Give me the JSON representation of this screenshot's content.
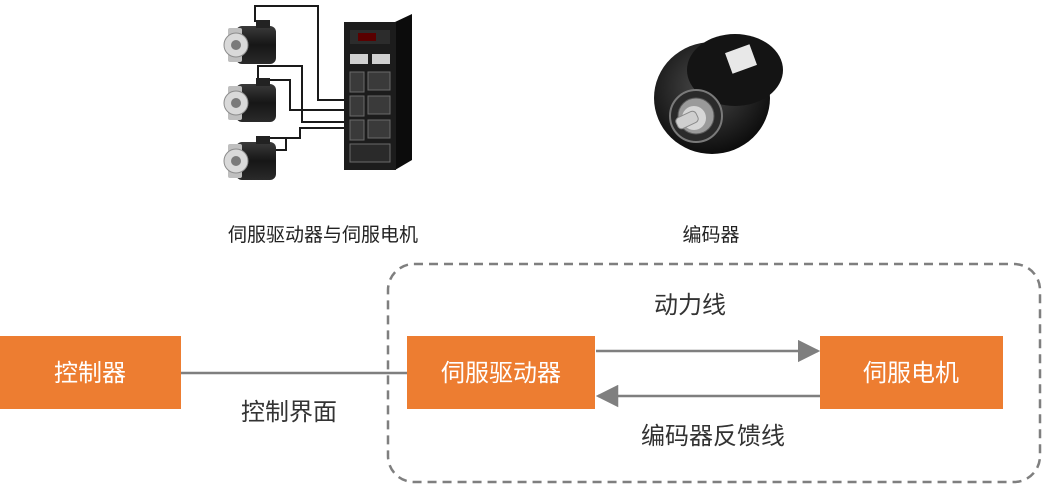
{
  "captions": {
    "servo_set": "伺服驱动器与伺服电机",
    "encoder": "编码器"
  },
  "nodes": {
    "controller": "控制器",
    "servo_driver": "伺服驱动器",
    "servo_motor": "伺服电机"
  },
  "edges": {
    "control_interface": "控制界面",
    "power_line": "动力线",
    "encoder_feedback_line": "编码器反馈线"
  },
  "colors": {
    "node_fill": "#ED7D31",
    "node_text": "#FFFFFF",
    "line": "#7F7F7F",
    "dashed_border": "#7F7F7F",
    "label_text": "#333333"
  },
  "icons": {
    "servo_motor_photo": "servo-motor-icon",
    "servo_driver_photo": "servo-driver-icon",
    "encoder_photo": "rotary-encoder-icon"
  }
}
